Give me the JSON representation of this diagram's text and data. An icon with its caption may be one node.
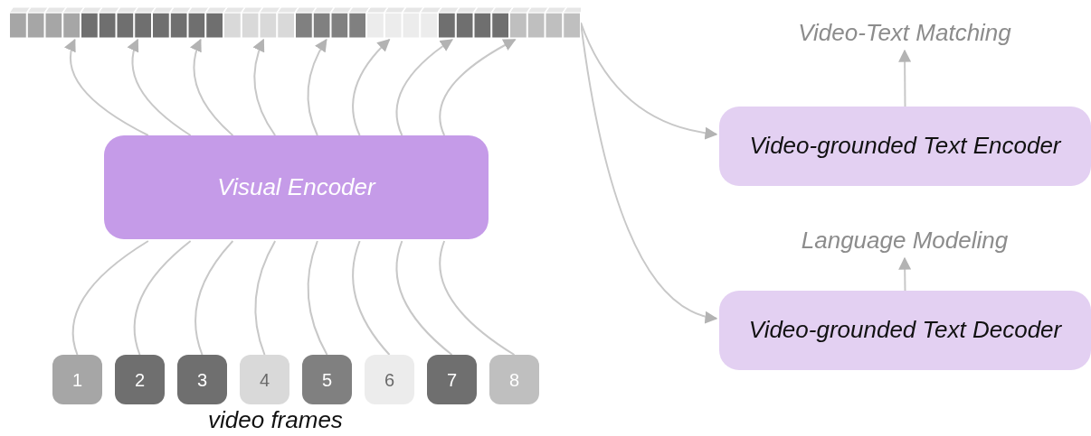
{
  "diagram": {
    "nodes": [
      {
        "text": [],
        "shape": "bar"
      },
      {
        "text": [
          "Visual Encoder"
        ]
      },
      {
        "text": [
          "Video-grounded Text Encoder"
        ]
      },
      {
        "text": [
          "Video-Text Matching"
        ]
      },
      {
        "text": [
          "Video-grounded Text Decoder"
        ]
      },
      {
        "text": [
          "Language Modeling"
        ]
      },
      {
        "text": [
          "1"
        ]
      },
      {
        "text": [
          "2"
        ]
      },
      {
        "text": [
          "3"
        ]
      },
      {
        "text": [
          "4"
        ]
      },
      {
        "text": [
          "5"
        ]
      },
      {
        "text": [
          "6"
        ]
      },
      {
        "text": [
          "7"
        ]
      },
      {
        "text": [
          "8"
        ]
      }
    ],
    "edges": [
      {
        "from": 6,
        "to": 1,
        "arrow": "none"
      },
      {
        "from": 7,
        "to": 1,
        "arrow": "none"
      },
      {
        "from": 8,
        "to": 1,
        "arrow": "none"
      },
      {
        "from": 9,
        "to": 1,
        "arrow": "none"
      },
      {
        "from": 10,
        "to": 1,
        "arrow": "none"
      },
      {
        "from": 11,
        "to": 1,
        "arrow": "none"
      },
      {
        "from": 12,
        "to": 1,
        "arrow": "none"
      },
      {
        "from": 13,
        "to": 1,
        "arrow": "none"
      },
      {
        "from": 1,
        "to": 0,
        "arrow": "to"
      },
      {
        "from": 1,
        "to": 0,
        "arrow": "to"
      },
      {
        "from": 1,
        "to": 0,
        "arrow": "to"
      },
      {
        "from": 1,
        "to": 0,
        "arrow": "to"
      },
      {
        "from": 1,
        "to": 0,
        "arrow": "to"
      },
      {
        "from": 1,
        "to": 0,
        "arrow": "to"
      },
      {
        "from": 1,
        "to": 0,
        "arrow": "to"
      },
      {
        "from": 1,
        "to": 0,
        "arrow": "to"
      },
      {
        "from": 0,
        "to": 2,
        "arrow": "to"
      },
      {
        "from": 0,
        "to": 4,
        "arrow": "to"
      },
      {
        "from": 2,
        "to": 3,
        "arrow": "to"
      },
      {
        "from": 4,
        "to": 5,
        "arrow": "to"
      }
    ],
    "labels": [
      "video frames"
    ]
  }
}
